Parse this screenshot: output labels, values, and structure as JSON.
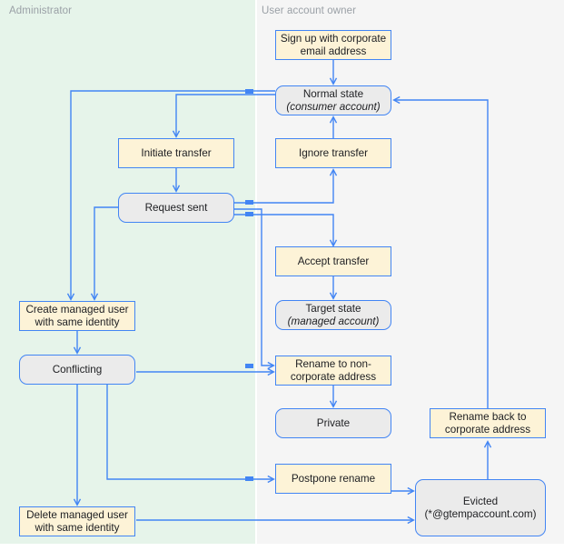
{
  "diagram": {
    "title_a11y": "Account transfer state machine",
    "colors": {
      "admin_lane_bg": "#e6f4ea",
      "user_lane_bg": "#f5f5f5",
      "action_fill": "#fdf3d7",
      "state_fill": "#ebebeb",
      "edge_stroke": "#4285f4",
      "node_border": "#4285f4",
      "lane_title": "#9aa0a6",
      "node_text": "#202124"
    },
    "lanes": [
      {
        "id": "administrator",
        "title": "Administrator"
      },
      {
        "id": "user-account-owner",
        "title": "User account owner"
      }
    ],
    "nodes": {
      "sign_up": {
        "label": "Sign up with corporate email address",
        "type": "action",
        "lane": "user-account-owner"
      },
      "normal_state": {
        "label": "Normal state",
        "sublabel": "(consumer account)",
        "type": "state",
        "lane": "user-account-owner"
      },
      "initiate_transfer": {
        "label": "Initiate transfer",
        "type": "action",
        "lane": "administrator"
      },
      "ignore_transfer": {
        "label": "Ignore transfer",
        "type": "action",
        "lane": "user-account-owner"
      },
      "request_sent": {
        "label": "Request sent",
        "type": "state",
        "lane": "administrator"
      },
      "accept_transfer": {
        "label": "Accept transfer",
        "type": "action",
        "lane": "user-account-owner"
      },
      "target_state": {
        "label": "Target state",
        "sublabel": "(managed account)",
        "type": "state",
        "lane": "user-account-owner"
      },
      "create_managed_user": {
        "label": "Create managed user with same identity",
        "type": "action",
        "lane": "administrator"
      },
      "conflicting": {
        "label": "Conflicting",
        "type": "state",
        "lane": "administrator"
      },
      "rename_non_corporate": {
        "label": "Rename to non-corporate address",
        "type": "action",
        "lane": "user-account-owner"
      },
      "private": {
        "label": "Private",
        "type": "state",
        "lane": "user-account-owner"
      },
      "rename_back": {
        "label": "Rename back to corporate address",
        "type": "action",
        "lane": "user-account-owner"
      },
      "postpone_rename": {
        "label": "Postpone rename",
        "type": "action",
        "lane": "user-account-owner"
      },
      "delete_managed_user": {
        "label": "Delete managed user with same identity",
        "type": "action",
        "lane": "administrator"
      },
      "evicted": {
        "label": "Evicted",
        "sublabel": "(*@gtempaccount.com)",
        "type": "state",
        "lane": "user-account-owner"
      }
    },
    "edges": [
      {
        "from": "sign_up",
        "to": "normal_state"
      },
      {
        "from": "normal_state",
        "to": "initiate_transfer"
      },
      {
        "from": "initiate_transfer",
        "to": "request_sent"
      },
      {
        "from": "request_sent",
        "to": "ignore_transfer"
      },
      {
        "from": "request_sent",
        "to": "accept_transfer"
      },
      {
        "from": "ignore_transfer",
        "to": "normal_state"
      },
      {
        "from": "accept_transfer",
        "to": "target_state"
      },
      {
        "from": "normal_state",
        "to": "create_managed_user"
      },
      {
        "from": "request_sent",
        "to": "create_managed_user"
      },
      {
        "from": "create_managed_user",
        "to": "conflicting"
      },
      {
        "from": "conflicting",
        "to": "rename_non_corporate"
      },
      {
        "from": "conflicting",
        "to": "postpone_rename"
      },
      {
        "from": "conflicting",
        "to": "delete_managed_user"
      },
      {
        "from": "rename_non_corporate",
        "to": "private"
      },
      {
        "from": "postpone_rename",
        "to": "evicted"
      },
      {
        "from": "delete_managed_user",
        "to": "evicted"
      },
      {
        "from": "evicted",
        "to": "rename_back"
      },
      {
        "from": "rename_back",
        "to": "normal_state"
      }
    ]
  }
}
